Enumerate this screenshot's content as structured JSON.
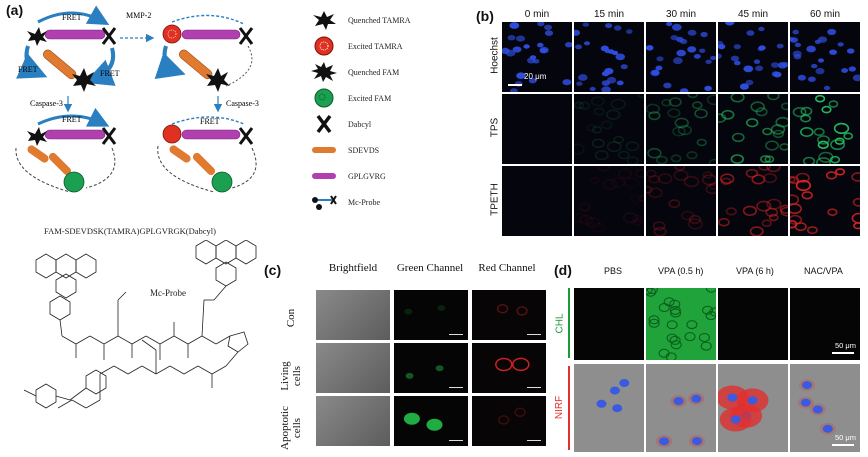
{
  "panel_a": {
    "label": "(a)",
    "fret_labels": [
      "FRET",
      "FRET",
      "FRET",
      "FRET",
      "FRET"
    ],
    "mmp2_label": "MMP-2",
    "caspase_label": "Caspase-3",
    "formula": "FAM-SDEVDSK(TAMRA)GPLGVRGK(Dabcyl)"
  },
  "legend": [
    {
      "icon": "quenched-tamra-icon",
      "label": "Quenched TAMRA",
      "color": "#111111"
    },
    {
      "icon": "excited-tamra-icon",
      "label": "Excited TAMRA",
      "color": "#e03020"
    },
    {
      "icon": "quenched-fam-icon",
      "label": "Quenched FAM",
      "color": "#111111"
    },
    {
      "icon": "excited-fam-icon",
      "label": "Excited FAM",
      "color": "#1aa050"
    },
    {
      "icon": "dabcyl-icon",
      "label": "Dabcyl",
      "color": "#111111"
    },
    {
      "icon": "sdevds-icon",
      "label": "SDEVDS",
      "color": "#e07a30"
    },
    {
      "icon": "gplgvrg-icon",
      "label": "GPLGVRG",
      "color": "#b040b0"
    },
    {
      "icon": "mc-probe-icon",
      "label": "Mc-Probe",
      "color": "#333333"
    }
  ],
  "structure": {
    "label": "Mc-Probe"
  },
  "panel_b": {
    "label": "(b)",
    "columns": [
      "0 min",
      "15 min",
      "30 min",
      "45 min",
      "60 min"
    ],
    "rows": [
      "Hoechst",
      "TPS",
      "TPETH"
    ],
    "scale": "20 μm"
  },
  "panel_c": {
    "label": "(c)",
    "columns": [
      "Brightfield",
      "Green Channel",
      "Red Channel"
    ],
    "rows": [
      "Con",
      "Living cells",
      "Apoptotic cells"
    ]
  },
  "panel_d": {
    "label": "(d)",
    "columns": [
      "PBS",
      "VPA (0.5 h)",
      "VPA (6 h)",
      "NAC/VPA"
    ],
    "rows": [
      "CHL",
      "NIRF"
    ],
    "scale_top": "50 μm",
    "scale_bottom": "50 μm",
    "colors": {
      "chl": "#1a9a3a",
      "nirf": "#e03030"
    }
  }
}
